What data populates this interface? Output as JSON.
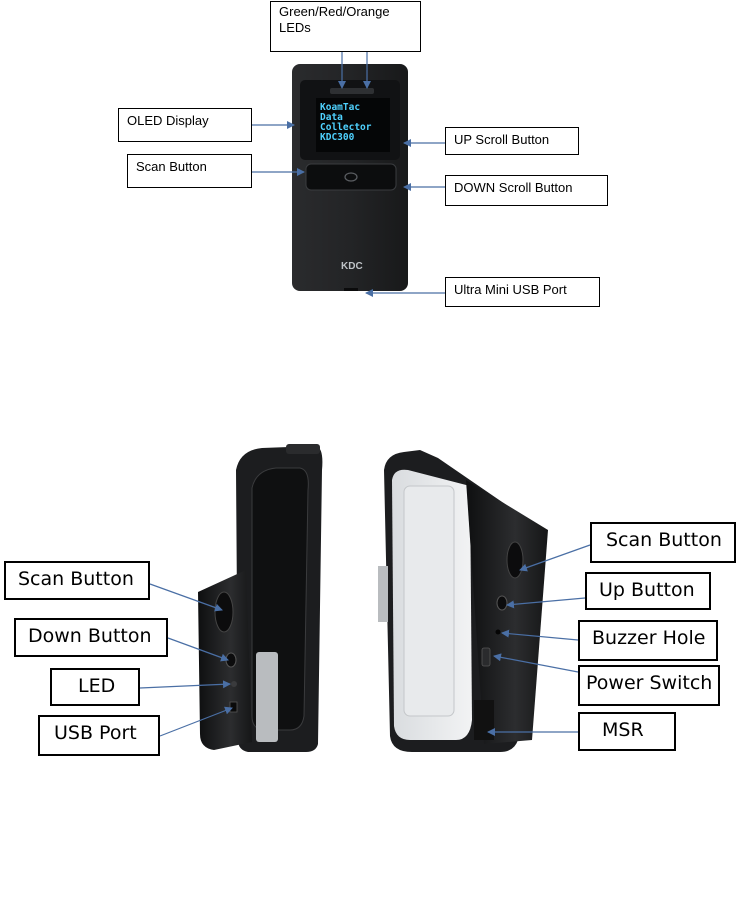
{
  "top_device": {
    "oled_lines": [
      "KoamTac",
      "Data",
      "Collector",
      "KDC300"
    ],
    "brand": "KDC"
  },
  "top_callouts": {
    "leds": [
      "Green/Red/Orange",
      "LEDs"
    ],
    "oled_display": "OLED Display",
    "scan_button": "Scan Button",
    "up_scroll": "UP Scroll Button",
    "down_scroll": "DOWN Scroll Button",
    "usb_port": "Ultra Mini USB Port"
  },
  "left_callouts": {
    "scan_button": "Scan Button",
    "down_button": "Down Button",
    "led": "LED",
    "usb_port": "USB Port"
  },
  "right_callouts": {
    "scan_button": "Scan Button",
    "up_button": "Up Button",
    "buzzer_hole": "Buzzer Hole",
    "power_switch": "Power Switch",
    "msr": "MSR"
  },
  "colors": {
    "arrow": "#4a6fa5",
    "device_body": "#1f2022",
    "oled_text": "#4fd2ff"
  }
}
